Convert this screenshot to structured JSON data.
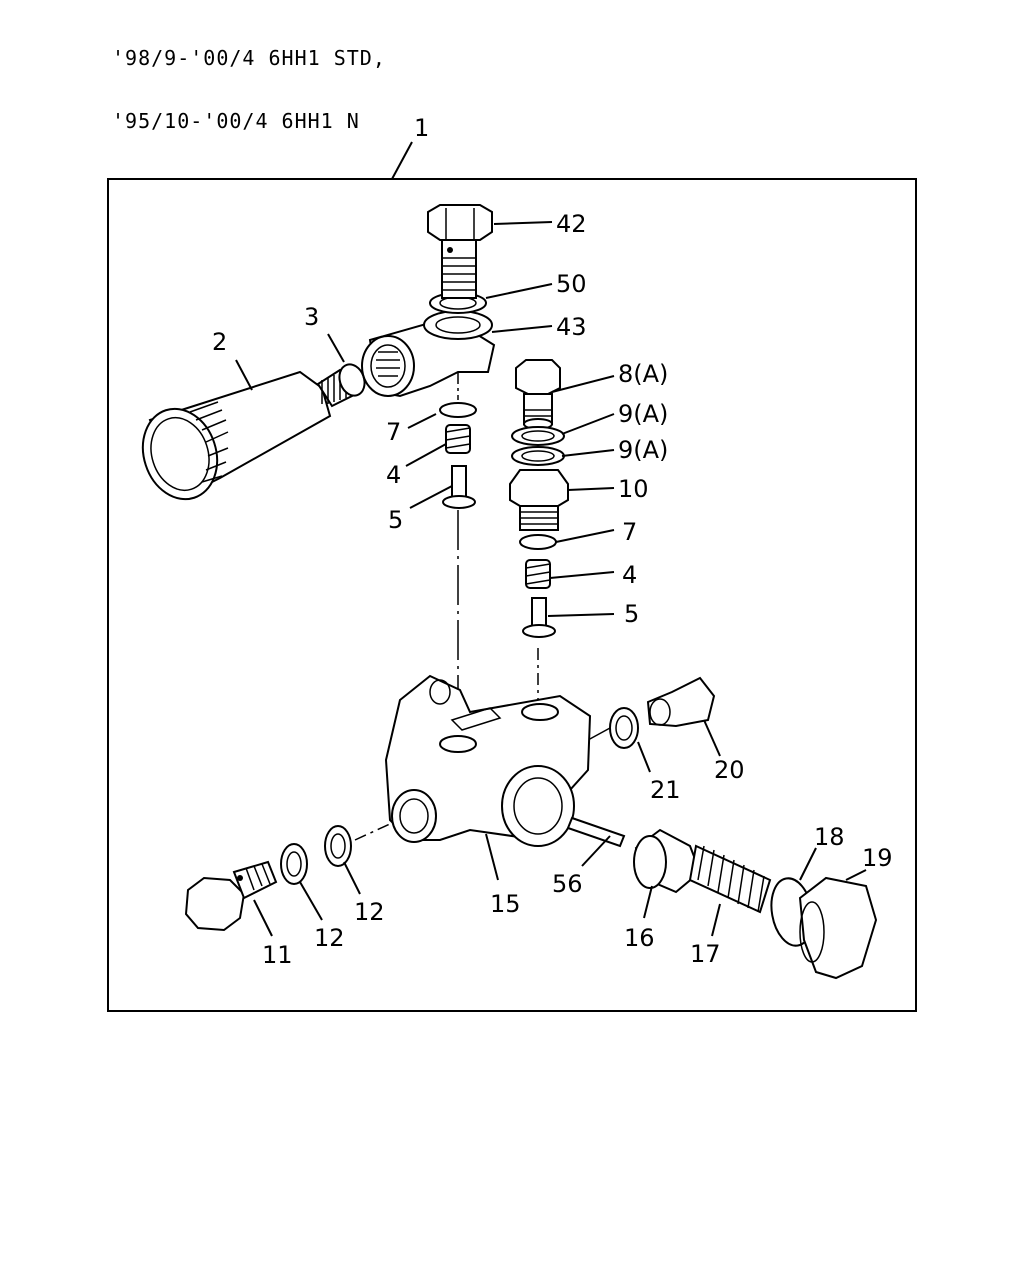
{
  "header": {
    "line1": "'98/9-'00/4 6HH1 STD,",
    "line2": "'95/10-'00/4 6HH1 N"
  },
  "callouts": {
    "c1": "1",
    "c2": "2",
    "c3": "3",
    "c4a": "4",
    "c4b": "4",
    "c5a": "5",
    "c5b": "5",
    "c7a": "7",
    "c7b": "7",
    "c8": "8(A)",
    "c9a": "9(A)",
    "c9b": "9(A)",
    "c10": "10",
    "c11": "11",
    "c12a": "12",
    "c12b": "12",
    "c15": "15",
    "c16": "16",
    "c17": "17",
    "c18": "18",
    "c19": "19",
    "c20": "20",
    "c21": "21",
    "c42": "42",
    "c43": "43",
    "c50": "50",
    "c56": "56"
  }
}
